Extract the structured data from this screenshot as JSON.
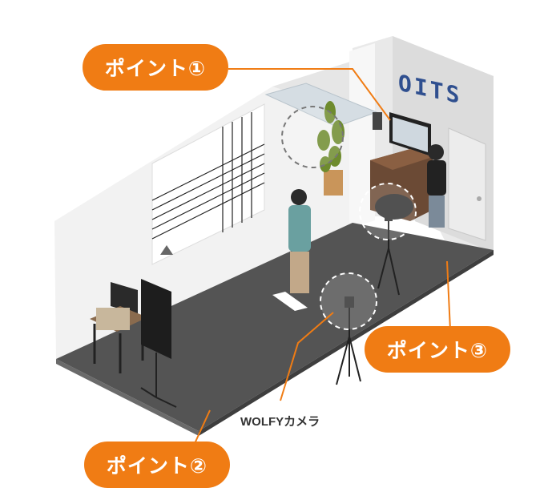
{
  "callouts": {
    "point1": "ポイント①",
    "point2": "ポイント②",
    "point3": "ポイント③"
  },
  "camera_label": "WOLFYカメラ",
  "sign_text": "OITS",
  "colors": {
    "accent": "#f07c14",
    "floor": "#545454",
    "wall": "#efefef",
    "dashed_circle": "#777777"
  }
}
